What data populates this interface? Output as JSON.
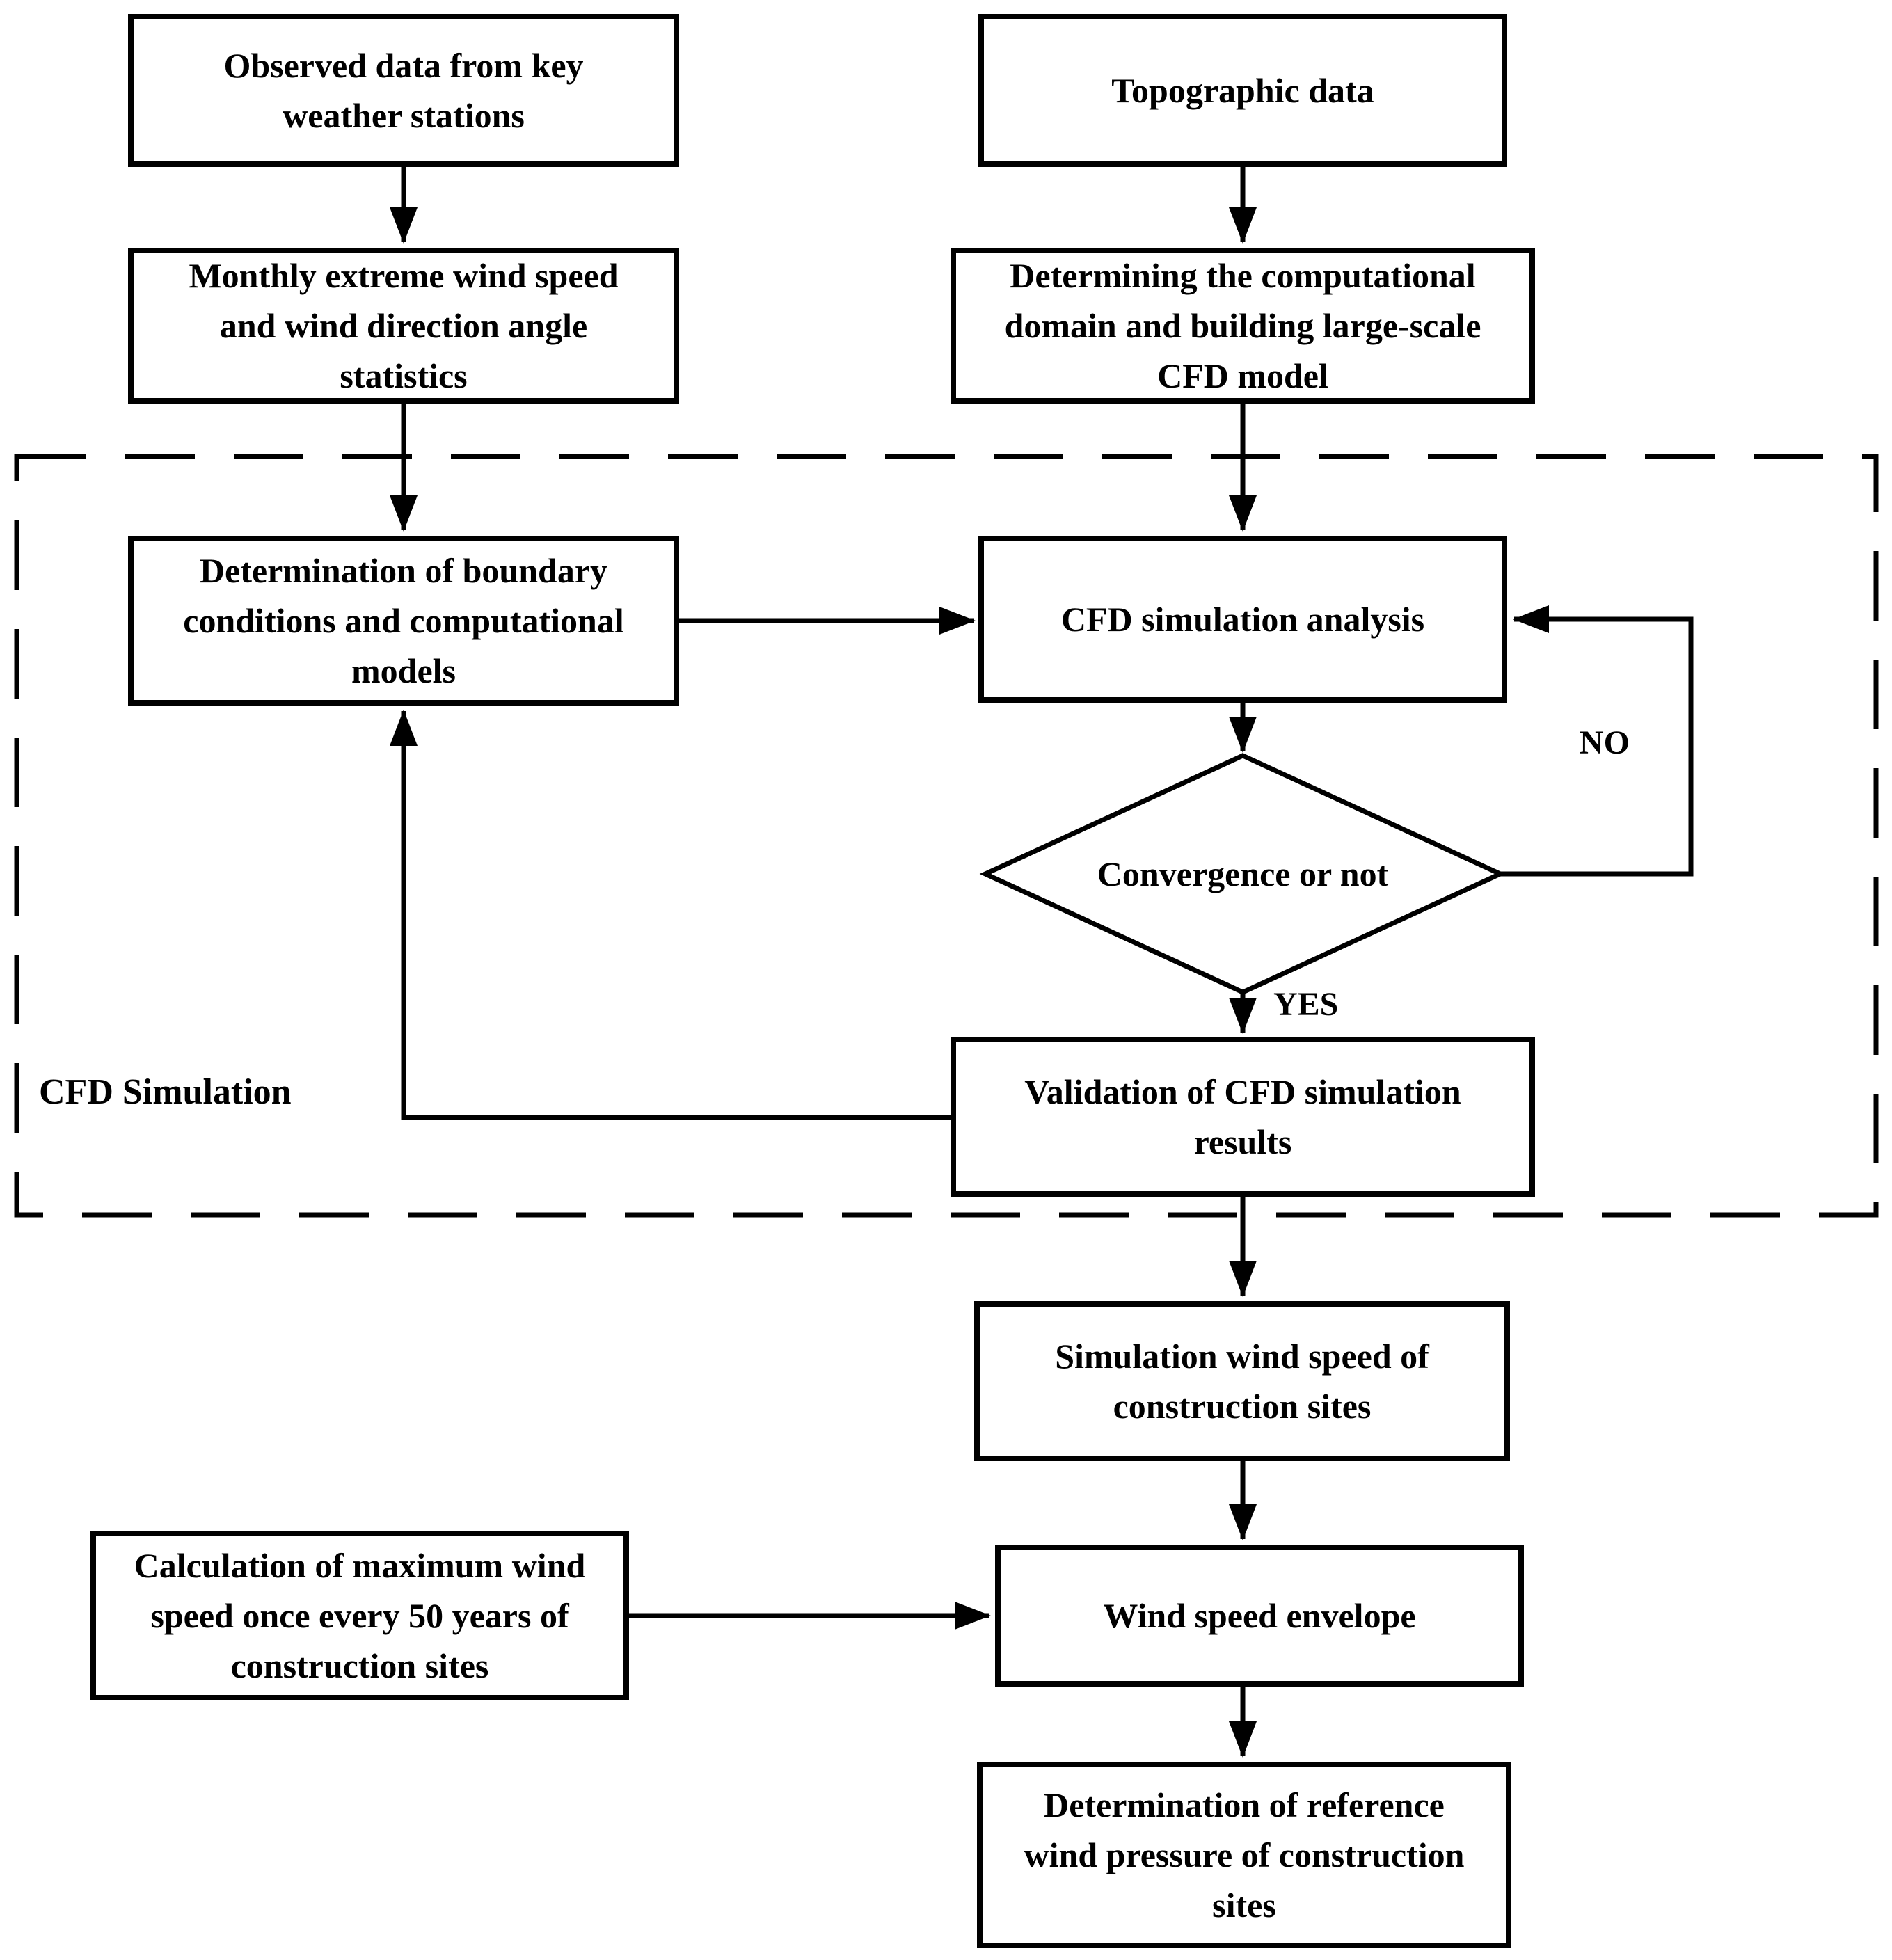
{
  "diagram": {
    "nodes": {
      "observed_data": "Observed data from key\nweather stations",
      "topographic_data": "Topographic data",
      "monthly_stats": "Monthly extreme wind speed\nand wind direction angle\nstatistics",
      "computational_domain": "Determining the computational\ndomain and building large-scale\nCFD model",
      "boundary_conditions": "Determination of boundary\nconditions and computational\nmodels",
      "cfd_analysis": "CFD simulation analysis",
      "convergence": "Convergence or not",
      "validation": "Validation of CFD simulation\nresults",
      "simulation_wind_speed": "Simulation wind speed of\nconstruction sites",
      "max_wind_speed_50y": "Calculation of maximum wind\nspeed once every 50 years of\nconstruction sites",
      "wind_speed_envelope": "Wind speed envelope",
      "reference_wind_pressure": "Determination of reference\nwind pressure of construction\nsites"
    },
    "edge_labels": {
      "no": "NO",
      "yes": "YES"
    },
    "region_label": "CFD Simulation",
    "colors": {
      "line": "#000000",
      "background": "#ffffff",
      "box_fill": "#ffffff"
    }
  }
}
